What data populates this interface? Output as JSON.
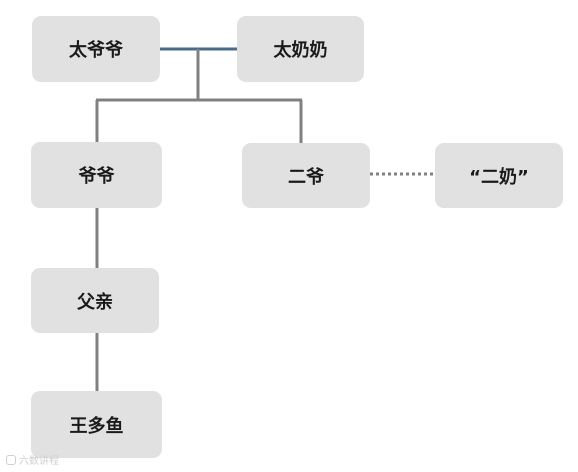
{
  "nodes": {
    "great_grandfather": "太爷爷",
    "great_grandmother": "太奶奶",
    "grandfather": "爷爷",
    "great_uncle": "二爷",
    "great_uncle_partner": "“二奶”",
    "father": "父亲",
    "self": "王多鱼"
  },
  "colors": {
    "node_fill": "#e1e1e1",
    "marriage_line": "#4a6a8a",
    "descent_line": "#808080",
    "dotted_line": "#808080"
  },
  "watermark": {
    "icon": "watermark-logo-icon",
    "text": "六数讲程"
  }
}
